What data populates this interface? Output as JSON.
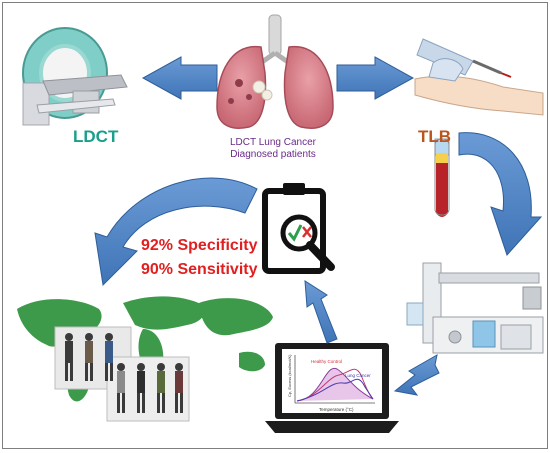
{
  "labels": {
    "ldct": "LDCT",
    "tlb": "TLB",
    "patients_line1": "LDCT Lung Cancer",
    "patients_line2": "Diagnosed patients",
    "specificity": "92% Specificity",
    "sensitivity": "90% Sensitivity"
  },
  "laptop_plot": {
    "healthy_label": "Healthy Control",
    "cancer_label": "Lung Cancer",
    "xlabel": "Temperature (°C)",
    "ylabel": "Cp, Excess (kcal/mol/K)"
  },
  "colors": {
    "arrow": "#4a82c4",
    "arrow_edge": "#2e5e99",
    "ldct_text": "#19a08a",
    "tlb_text": "#b8561e",
    "metric_text": "#e02020",
    "patients_text": "#6a2a8a"
  },
  "icons": [
    "ct-scanner-icon",
    "lungs-icon",
    "blood-draw-icon",
    "blood-tube-icon",
    "clipboard-magnifier-icon",
    "lab-instrument-icon",
    "laptop-icon",
    "world-map-icon",
    "people-icon"
  ]
}
